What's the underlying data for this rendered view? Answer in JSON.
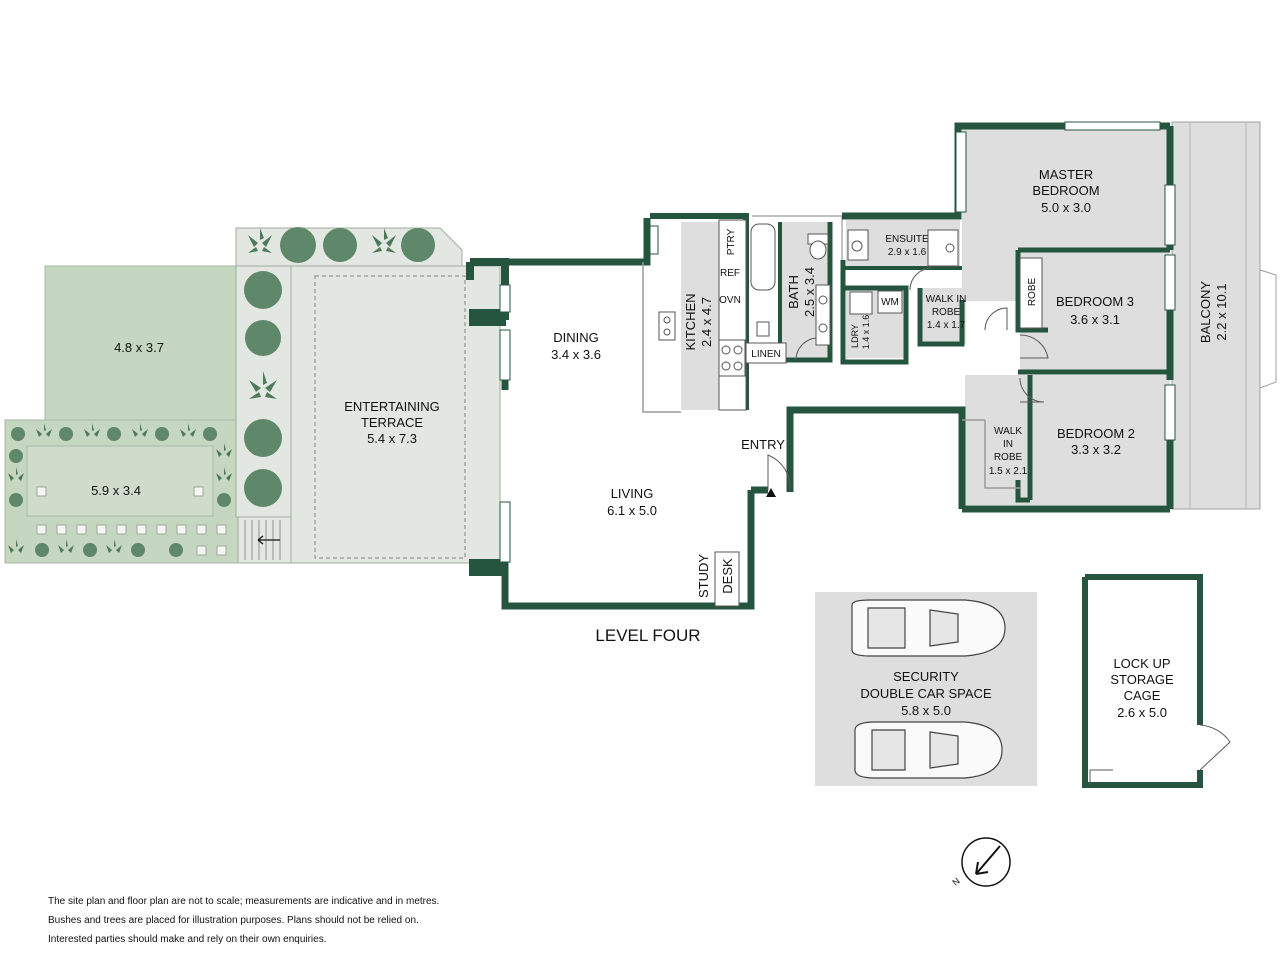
{
  "title": "LEVEL FOUR",
  "rooms": {
    "master_bedroom": {
      "name": "MASTER\nBEDROOM",
      "size": "5.0 x 3.0"
    },
    "bedroom3": {
      "name": "BEDROOM 3",
      "size": "3.6 x 3.1"
    },
    "bedroom2": {
      "name": "BEDROOM 2",
      "size": "3.3 x 3.2"
    },
    "balcony": {
      "name": "BALCONY",
      "size": "2.2 x 10.1"
    },
    "ensuite": {
      "name": "ENSUITE",
      "size": "2.9 x 1.6"
    },
    "walk_in_robe_1": {
      "name": "WALK IN\nROBE",
      "size": "1.4 x 1.7"
    },
    "walk_in_robe_2": {
      "name": "WALK\nIN\nROBE",
      "size": "1.5 x 2.1"
    },
    "robe": {
      "name": "ROBE"
    },
    "bath": {
      "name": "BATH",
      "size": "2.5 x 3.4"
    },
    "laundry": {
      "name": "LDRY",
      "size": "1.4 x 1.6"
    },
    "wm": {
      "name": "WM"
    },
    "linen": {
      "name": "LINEN"
    },
    "kitchen": {
      "name": "KITCHEN",
      "size": "2.4 x 4.7"
    },
    "pantry": {
      "name": "PTRY"
    },
    "fridge": {
      "name": "REF"
    },
    "oven": {
      "name": "OVN"
    },
    "dining": {
      "name": "DINING",
      "size": "3.4 x 3.6"
    },
    "living": {
      "name": "LIVING",
      "size": "6.1 x 5.0"
    },
    "entry": {
      "name": "ENTRY"
    },
    "study": {
      "name": "STUDY"
    },
    "desk": {
      "name": "DESK"
    },
    "terrace": {
      "name": "ENTERTAINING\nTERRACE",
      "size": "5.4 x 7.3"
    },
    "garden_upper": {
      "size": "4.8 x 3.7"
    },
    "garden_lower": {
      "size": "5.9 x 3.4"
    },
    "car_space": {
      "name": "SECURITY\nDOUBLE CAR SPACE",
      "size": "5.8 x 5.0"
    },
    "storage": {
      "name": "LOCK UP\nSTORAGE\nCAGE",
      "size": "2.6 x 5.0"
    }
  },
  "compass": {
    "letter": "N"
  },
  "disclaimer": [
    "The site plan and floor plan are not to scale; measurements are indicative and in metres.",
    "Bushes and trees are placed for illustration purposes. Plans should not be relied on.",
    "Interested parties should make and rely on their own enquiries."
  ],
  "colors": {
    "wall": "#26553f",
    "floor": "#dedede",
    "garden": "#c5d7c1",
    "paving": "#e2e7e1",
    "plant": "#4f7a5a",
    "plant_light": "#7ea287"
  }
}
